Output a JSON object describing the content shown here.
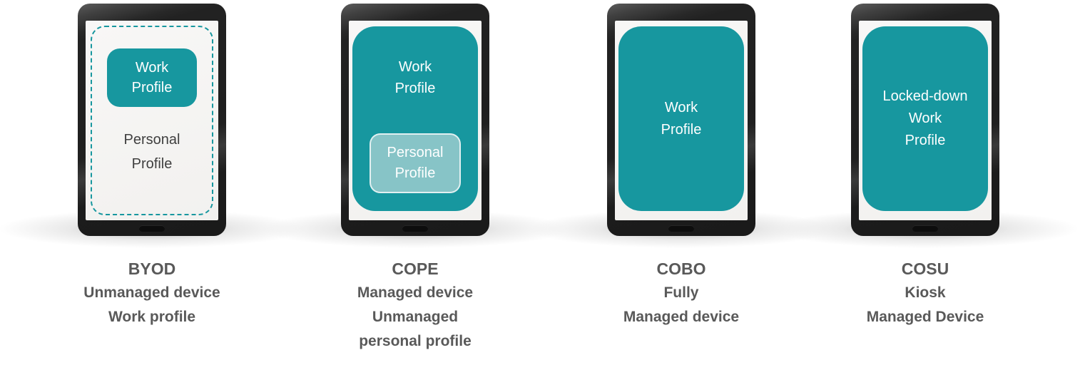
{
  "palette": {
    "teal": "#17979F",
    "teal_light": "#87C4C7",
    "screen_white": "#F5F4F2",
    "body_black": "#202020",
    "caption_gray": "#595959",
    "work_text_white": "#FFFFFF",
    "personal_text_dark": "#3F3F3F"
  },
  "devices": [
    {
      "model": "BYOD",
      "screen": {
        "work_profile": [
          "Work",
          "Profile"
        ],
        "personal_profile": [
          "Personal",
          "Profile"
        ]
      },
      "caption": [
        "BYOD",
        "Unmanaged device",
        "Work profile"
      ]
    },
    {
      "model": "COPE",
      "screen": {
        "work_profile": [
          "Work",
          "Profile"
        ],
        "personal_profile": [
          "Personal",
          "Profile"
        ]
      },
      "caption": [
        "COPE",
        "Managed device",
        "Unmanaged",
        "personal profile"
      ]
    },
    {
      "model": "COBO",
      "screen": {
        "work_profile": [
          "Work",
          "Profile"
        ]
      },
      "caption": [
        "COBO",
        "Fully",
        "Managed device"
      ]
    },
    {
      "model": "COSU",
      "screen": {
        "work_profile": [
          "Locked-down",
          "Work",
          "Profile"
        ]
      },
      "caption": [
        "COSU",
        "Kiosk",
        "Managed Device"
      ]
    }
  ]
}
